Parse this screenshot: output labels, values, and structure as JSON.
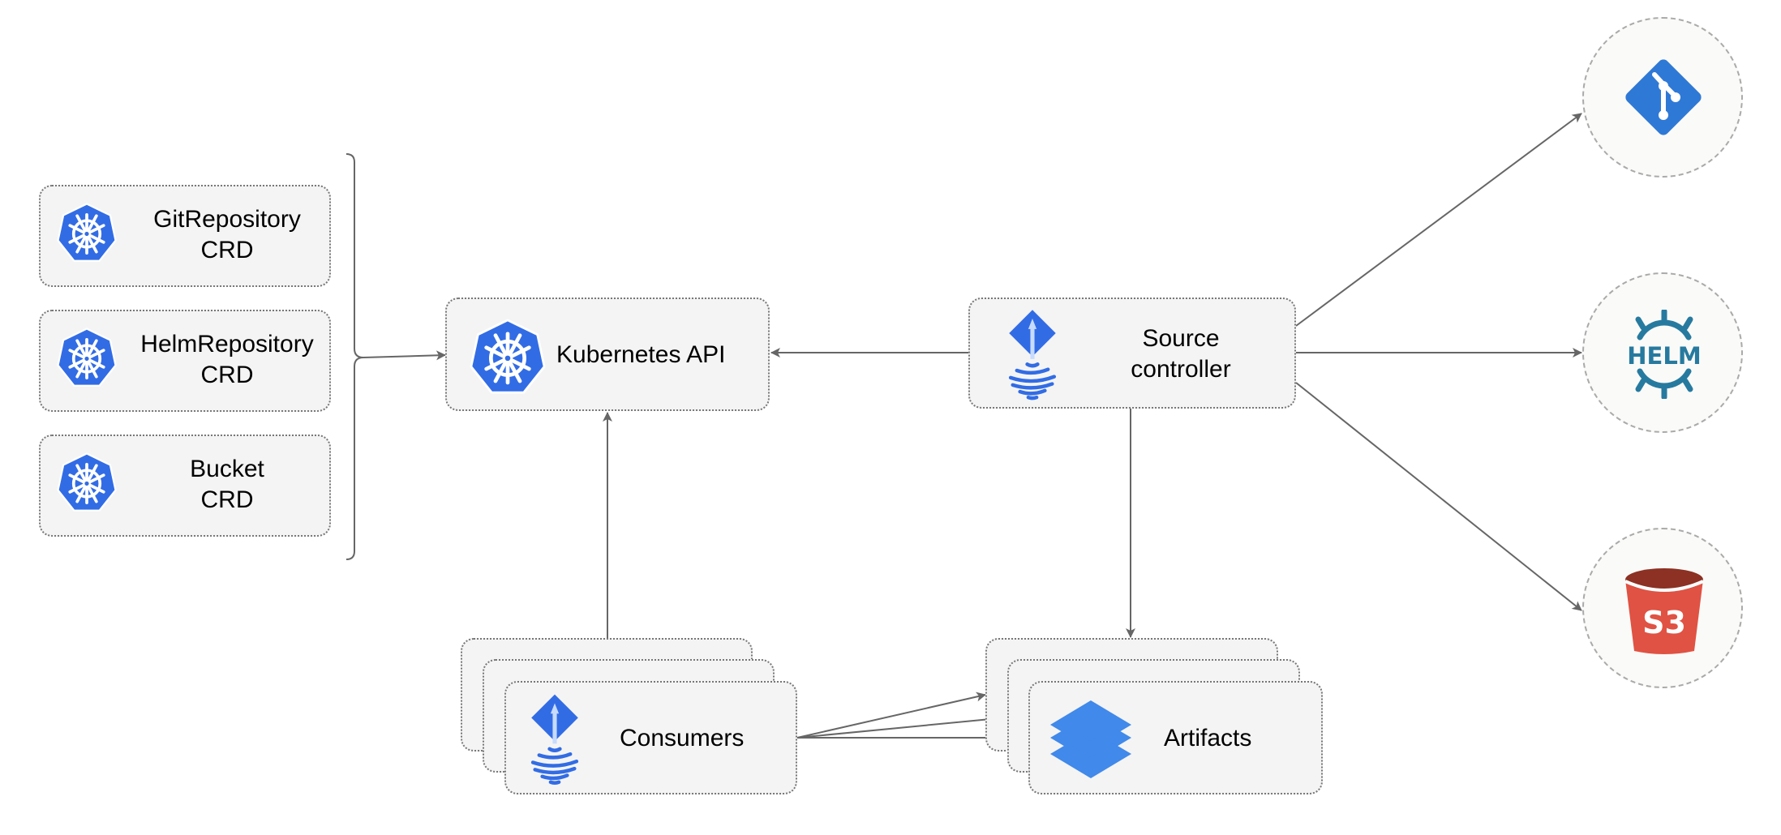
{
  "nodes": {
    "git_crd": {
      "line1": "GitRepository",
      "line2": "CRD",
      "icon": "kubernetes-icon"
    },
    "helm_crd": {
      "line1": "HelmRepository",
      "line2": "CRD",
      "icon": "kubernetes-icon"
    },
    "bucket_crd": {
      "line1": "Bucket",
      "line2": "CRD",
      "icon": "kubernetes-icon"
    },
    "k8s_api": {
      "label": "Kubernetes API",
      "icon": "kubernetes-icon"
    },
    "source_controller": {
      "line1": "Source",
      "line2": "controller",
      "icon": "flux-icon"
    },
    "consumers": {
      "label": "Consumers",
      "icon": "flux-icon"
    },
    "artifacts": {
      "label": "Artifacts",
      "icon": "layers-icon"
    },
    "git": {
      "icon": "git-icon"
    },
    "helm": {
      "icon": "helm-icon",
      "logo_text": "HELM"
    },
    "s3": {
      "icon": "s3-bucket-icon",
      "logo_text": "S3"
    }
  },
  "colors": {
    "k8s_blue": "#326ce5",
    "git_blue": "#2f79d6",
    "helm_teal": "#277a9f",
    "s3_red": "#e05243",
    "s3_dark": "#8c3123",
    "edge": "#666666"
  }
}
